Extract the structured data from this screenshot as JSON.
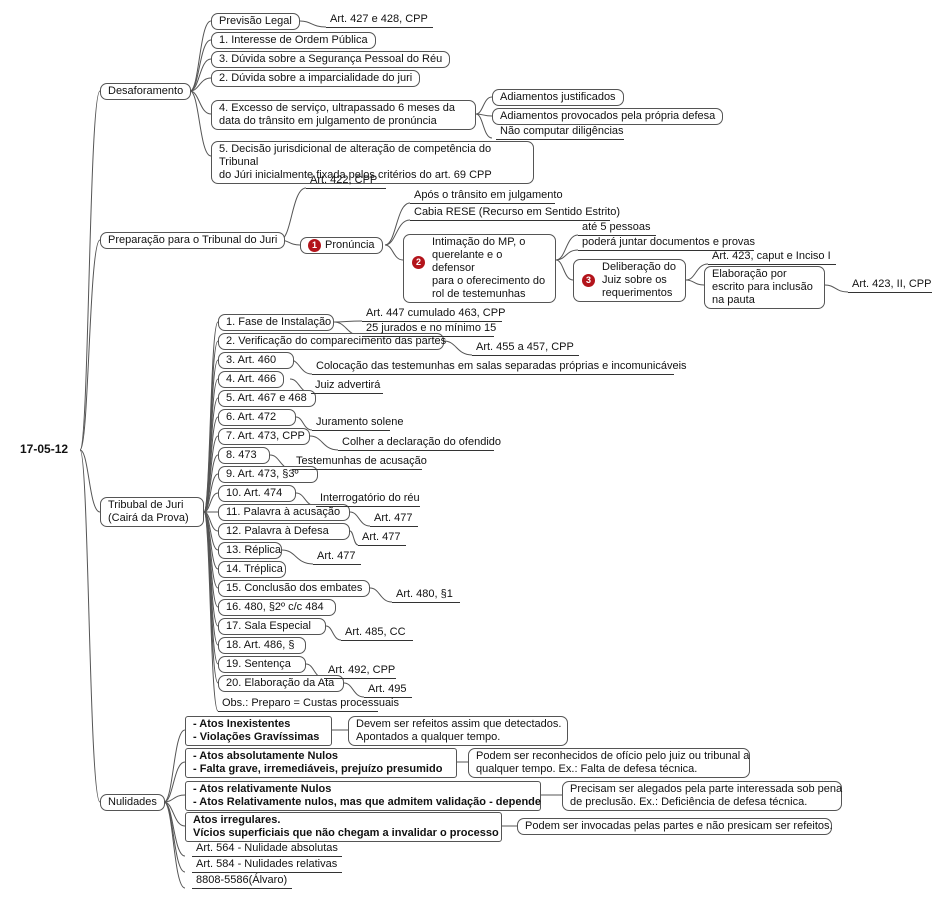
{
  "root": {
    "label": "17-05-12"
  },
  "desaforamento": {
    "label": "Desaforamento",
    "previsao_legal": "Previsão Legal",
    "previsao_ref": "Art. 427 e 428, CPP",
    "item1": "1. Interesse de Ordem Pública",
    "item3": "3. Dúvida sobre a Segurança Pessoal do Réu",
    "item2": "2. Dúvida sobre a imparcialidade do juri",
    "item4_l1": "4. Excesso de serviço, ultrapassado 6 meses da",
    "item4_l2": "data do trânsito em julgamento de pronúncia",
    "item4_children": [
      "Adiamentos justificados",
      "Adiamentos provocados pela própria defesa",
      "Não computar diligências"
    ],
    "item5_l1": "5. Decisão jurisdicional de alteração de competência do Tribunal",
    "item5_l2": "do Júri inicialmente fixada pelos critérios do art. 69 CPP"
  },
  "preparacao": {
    "label": "Preparação para o Tribunal do Juri",
    "art422": "Art. 422, CPP",
    "pronuncia": {
      "badge": "1",
      "label": "Pronúncia"
    },
    "apos_transito": "Após o trânsito em julgamento",
    "cabia_rese": "Cabia RESE (Recurso em Sentido Estrito)",
    "intimacao": {
      "badge": "2",
      "lines": [
        "Intimação do MP, o",
        "querelante e o defensor",
        "para o oferecimento do",
        "rol de testemunhas"
      ]
    },
    "ate5": "até 5 pessoas",
    "podera_juntar": "poderá juntar documentos e provas",
    "deliberacao": {
      "badge": "3",
      "lines": [
        "Deliberação do",
        "Juiz sobre os",
        "requerimentos"
      ]
    },
    "art423_caput": "Art. 423, caput e Inciso I",
    "elaboracao": {
      "lines": [
        "Elaboração por",
        "escrito para inclusão",
        "na pauta"
      ]
    },
    "art423_ii": "Art. 423, II, CPP"
  },
  "tribunal": {
    "label_l1": "Tribubal de Juri",
    "label_l2": "(Cairá da Prova)",
    "items": [
      "1. Fase de Instalação",
      "2. Verificação do comparecimento das partes",
      "3. Art. 460",
      "4. Art. 466",
      "5. Art. 467 e 468",
      "6. Art. 472",
      "7. Art. 473, CPP",
      "8. 473",
      "9. Art. 473, §3º",
      "10. Art. 474",
      "11. Palavra à acusação",
      "12. Palavra à Defesa",
      "13. Réplica",
      "14. Tréplica",
      "15. Conclusão dos embates",
      "16. 480, §2º c/c 484",
      "17. Sala Especial",
      "18. Art. 486, §",
      "19. Sentença",
      "20. Elaboração da Ata"
    ],
    "obs": "Obs.: Preparo = Custas processuais",
    "details": {
      "fase_a": "Art. 447 cumulado 463, CPP",
      "fase_b": "25 jurados e no mínimo 15",
      "d2": "Art. 455 a 457, CPP",
      "d3": "Colocação das testemunhas em salas separadas próprias e incomunicáveis",
      "d4": "Juiz advertirá",
      "d6": "Juramento solene",
      "d7": "Colher a declaração do ofendido",
      "d8": "Testemunhas de acusação",
      "d10": "Interrogatório do réu",
      "d11": "Art. 477",
      "d12": "Art. 477",
      "d13": "Art. 477",
      "d15": "Art. 480, §1",
      "d17": "Art. 485, CC",
      "d19": "Art. 492, CPP",
      "d20": "Art. 495"
    }
  },
  "nulidades": {
    "label": "Nulidades",
    "g1": {
      "l1": "- Atos Inexistentes",
      "l2": "- Violações Gravíssimas",
      "d1": "Devem ser refeitos assim que detectados.",
      "d2": "Apontados a qualquer tempo."
    },
    "g2": {
      "l1": "- Atos absolutamente Nulos",
      "l2": "- Falta grave, irremediáveis, prejuízo presumido",
      "d1": "Podem ser reconhecidos de ofício pelo juiz ou tribunal a",
      "d2": "qualquer tempo. Ex.: Falta de defesa técnica."
    },
    "g3": {
      "l1": "-  Atos relativamente Nulos",
      "l2": "- Atos Relativamente nulos, mas que admitem validação - depende",
      "d1": "Precisam ser alegados pela parte interessada sob pena",
      "d2": "de preclusão. Ex.: Deficiência de defesa técnica."
    },
    "g4": {
      "l1": "Atos irregulares.",
      "l2": "Vícios superficiais que não chegam a invalidar o processo",
      "d1": "Podem ser invocadas pelas partes e não presicam ser refeitos."
    },
    "art564": "Art. 564 - Nulidade absolutas",
    "art584": "Art. 584 - Nulidades relativas",
    "phone": "8808-5586(Álvaro)"
  },
  "colors": {
    "line": "#555555",
    "badge": "#b3141b",
    "text": "#111111"
  }
}
